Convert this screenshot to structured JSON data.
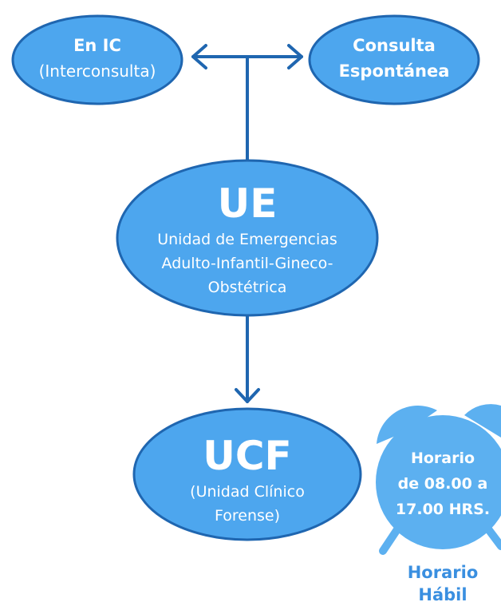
{
  "nodes": {
    "ic": {
      "line1": "En IC",
      "line2": "(Interconsulta)"
    },
    "consulta": {
      "line1": "Consulta",
      "line2": "Espontánea"
    },
    "ue": {
      "title": "UE",
      "line1": "Unidad de Emergencias",
      "line2": "Adulto-Infantil-Gineco-",
      "line3": "Obstétrica"
    },
    "ucf": {
      "title": "UCF",
      "line1": "(Unidad Clínico",
      "line2": "Forense)"
    }
  },
  "clock": {
    "line1": "Horario",
    "line2": "de 08.00 a",
    "line3": "17.00 HRS.",
    "icon": "alarm-clock-icon"
  },
  "caption": {
    "line1": "Horario",
    "line2": "Hábil"
  },
  "colors": {
    "node_fill": "#4da6ee",
    "stroke": "#1f66b0",
    "clock_fill": "#5cb0f0",
    "caption": "#3a8fe0"
  }
}
